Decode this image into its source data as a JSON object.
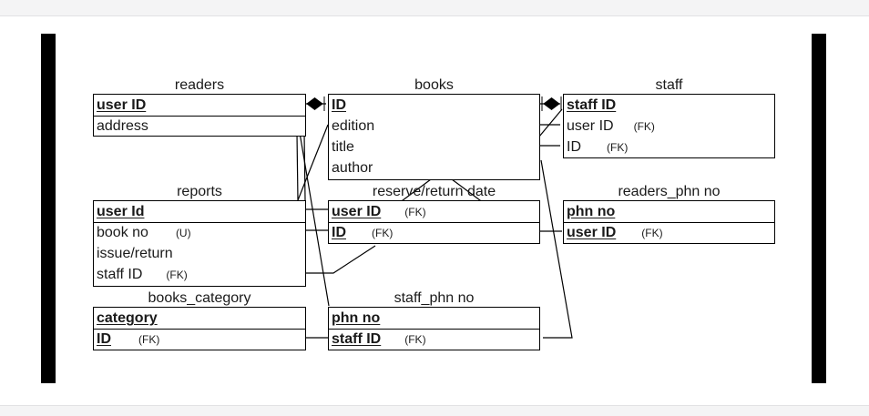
{
  "diagram": {
    "entities": {
      "readers": {
        "title": "readers",
        "rows": [
          {
            "label": "user ID"
          },
          {
            "label": "address"
          }
        ]
      },
      "books": {
        "title": "books",
        "rows": [
          {
            "label": "ID"
          },
          {
            "label": "edition"
          },
          {
            "label": "title"
          },
          {
            "label": "author"
          }
        ]
      },
      "staff": {
        "title": "staff",
        "rows": [
          {
            "label": "staff ID"
          },
          {
            "label": "user ID",
            "note": "(FK)"
          },
          {
            "label": "ID",
            "note": "(FK)"
          }
        ]
      },
      "reports": {
        "title": "reports",
        "rows": [
          {
            "label": "user Id"
          },
          {
            "label": "book no",
            "note": "(U)"
          },
          {
            "label": "issue/return"
          },
          {
            "label": "staff ID",
            "note": "(FK)"
          }
        ]
      },
      "reserve_return_date": {
        "title": "reserve/return date",
        "rows": [
          {
            "label": "user ID",
            "note": "(FK)"
          },
          {
            "label": "ID",
            "note": "(FK)"
          }
        ]
      },
      "readers_phn_no": {
        "title": "readers_phn no",
        "rows": [
          {
            "label": "phn no"
          },
          {
            "label": "user ID",
            "note": "(FK)"
          }
        ]
      },
      "books_category": {
        "title": "books_category",
        "rows": [
          {
            "label": "category"
          },
          {
            "label": "ID",
            "note": "(FK)"
          }
        ]
      },
      "staff_phn_no": {
        "title": "staff_phn no",
        "rows": [
          {
            "label": "phn no"
          },
          {
            "label": "staff ID",
            "note": "(FK)"
          }
        ]
      }
    }
  }
}
